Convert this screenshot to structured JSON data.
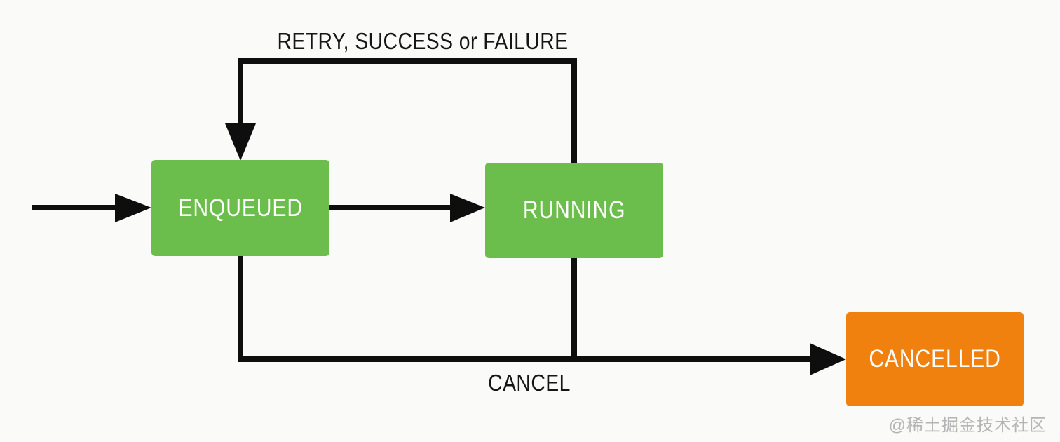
{
  "diagram": {
    "type": "state-diagram",
    "background": "#FAFAF8",
    "arrow_color": "#0E0E0E",
    "states": [
      {
        "id": "enqueued",
        "label": "ENQUEUED",
        "color": "#6CBE4C",
        "text_color": "#FFFFFF"
      },
      {
        "id": "running",
        "label": "RUNNING",
        "color": "#6CBE4C",
        "text_color": "#FFFFFF"
      },
      {
        "id": "cancelled",
        "label": "CANCELLED",
        "color": "#F0810F",
        "text_color": "#FFFFFF"
      }
    ],
    "transitions": [
      {
        "id": "entry",
        "from": "start",
        "to": "enqueued",
        "label": ""
      },
      {
        "id": "enqueued-to-running",
        "from": "enqueued",
        "to": "running",
        "label": ""
      },
      {
        "id": "retry-loop",
        "from": "running",
        "to": "enqueued",
        "label": "RETRY, SUCCESS or FAILURE"
      },
      {
        "id": "cancel",
        "from": "enqueued, running",
        "to": "cancelled",
        "label": "CANCEL"
      }
    ],
    "watermark": "@稀土掘金技术社区",
    "watermark_color": "#B5B5B5"
  }
}
